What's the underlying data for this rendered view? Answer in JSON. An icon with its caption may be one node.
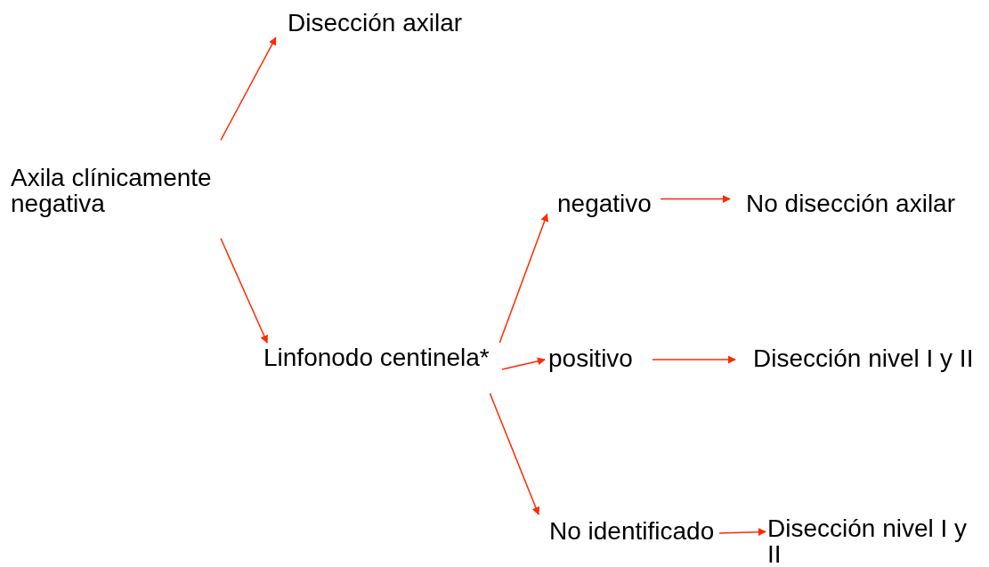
{
  "diagram": {
    "nodes": [
      {
        "text": [
          "Axila clínicamente negativa"
        ]
      },
      {
        "text": [
          "Disección axilar"
        ]
      },
      {
        "text": [
          "Linfonodo centinela*"
        ]
      },
      {
        "text": [
          "negativo"
        ]
      },
      {
        "text": [
          "No disección axilar"
        ]
      },
      {
        "text": [
          "positivo"
        ]
      },
      {
        "text": [
          "Disección nivel I y II"
        ]
      },
      {
        "text": [
          "No identificado"
        ]
      },
      {
        "text": [
          "Disección nivel I y II"
        ]
      }
    ],
    "edges": [
      {
        "from": 0,
        "to": 1,
        "arrow": "to"
      },
      {
        "from": 0,
        "to": 2,
        "arrow": "to"
      },
      {
        "from": 2,
        "to": 3,
        "arrow": "to"
      },
      {
        "from": 2,
        "to": 5,
        "arrow": "to"
      },
      {
        "from": 2,
        "to": 7,
        "arrow": "to"
      },
      {
        "from": 3,
        "to": 4,
        "arrow": "to"
      },
      {
        "from": 5,
        "to": 6,
        "arrow": "to"
      },
      {
        "from": 7,
        "to": 8,
        "arrow": "to"
      }
    ]
  }
}
